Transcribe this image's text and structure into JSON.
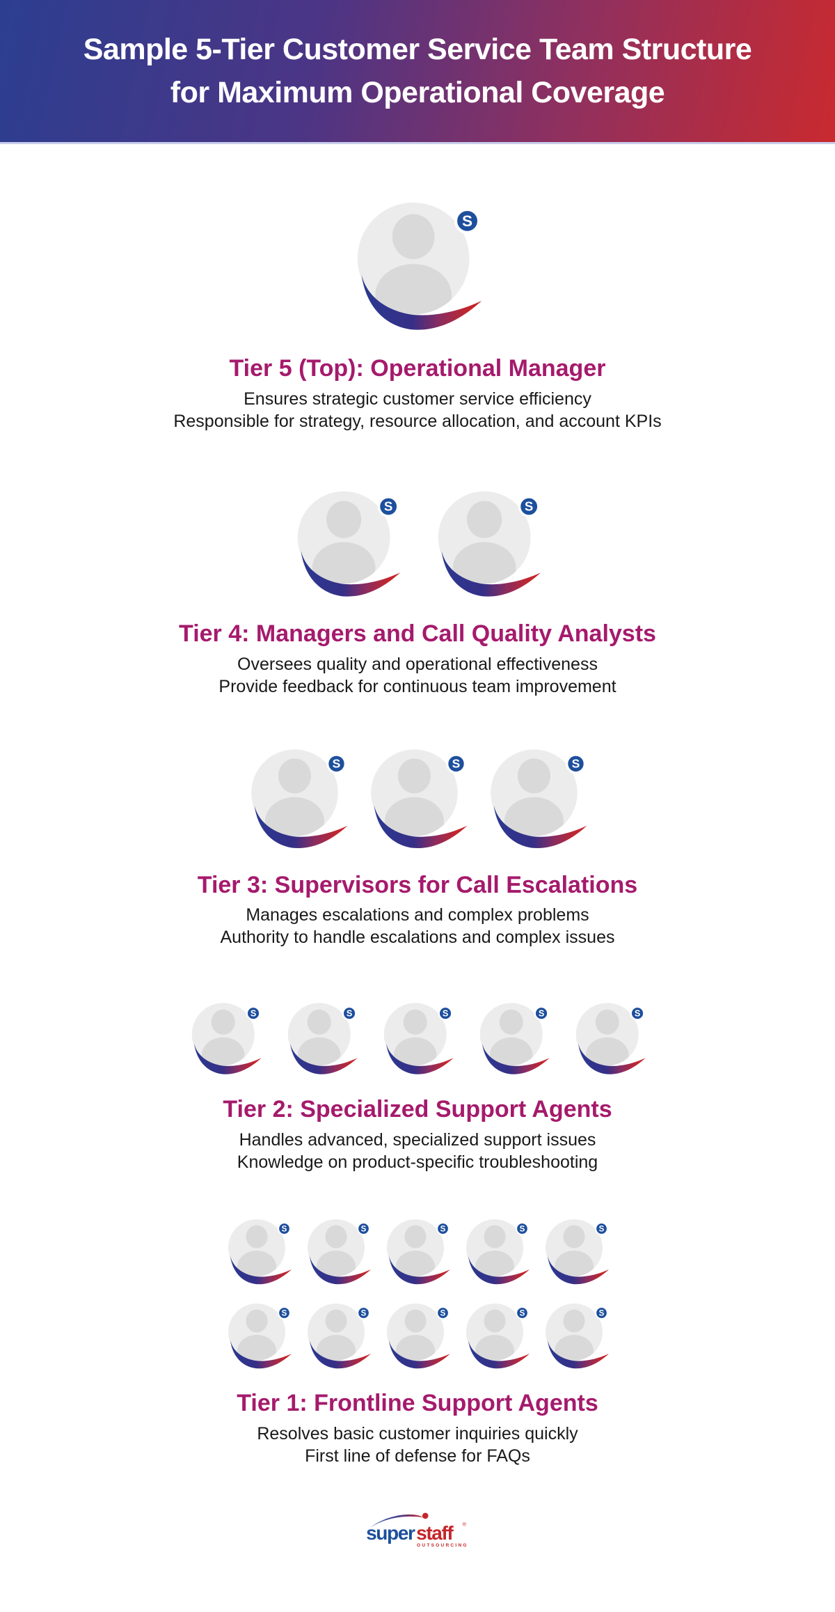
{
  "header": {
    "title_line1": "Sample 5-Tier Customer Service Team Structure",
    "title_line2": "for Maximum Operational Coverage"
  },
  "tiers": [
    {
      "heading": "Tier 5 (Top): Operational Manager",
      "desc1": "Ensures strategic customer service efficiency",
      "desc2": "Responsible for strategy, resource allocation, and account KPIs",
      "avatar_count": 1
    },
    {
      "heading": "Tier 4: Managers and Call Quality Analysts",
      "desc1": "Oversees quality and operational effectiveness",
      "desc2": "Provide feedback for continuous team improvement",
      "avatar_count": 2
    },
    {
      "heading": "Tier 3: Supervisors for Call Escalations",
      "desc1": "Manages escalations and complex problems",
      "desc2": "Authority to handle escalations and complex issues",
      "avatar_count": 3
    },
    {
      "heading": "Tier 2: Specialized Support Agents",
      "desc1": "Handles advanced, specialized support issues",
      "desc2": "Knowledge on product-specific troubleshooting",
      "avatar_count": 5
    },
    {
      "heading": "Tier 1: Frontline Support Agents",
      "desc1": "Resolves basic customer inquiries quickly",
      "desc2": "First line of defense for FAQs",
      "avatar_count": 10
    }
  ],
  "avatar": {
    "badge_letter": "S",
    "badge_color": "#1d4f9d",
    "circle_color": "#ececec",
    "silhouette_color": "#d9d9d9",
    "swoosh_start_color": "#2b3990",
    "swoosh_end_color": "#c1272d"
  },
  "logo": {
    "word_part1": "super",
    "word_part2": "staff",
    "subtext": "OUTSOURCING",
    "registered_mark": "®",
    "blue": "#1c4f9c",
    "red": "#c4262b"
  },
  "colors": {
    "header_gradient_left": "#2c3e90",
    "header_gradient_right": "#c92a2f",
    "heading_accent": "#a51a6c",
    "body_text": "#191919"
  }
}
